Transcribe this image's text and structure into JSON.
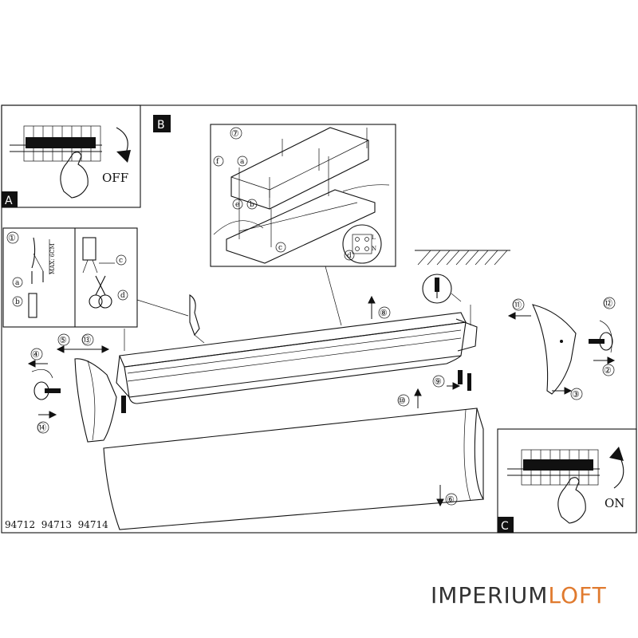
{
  "panels": {
    "a": {
      "letter": "A",
      "state": "OFF"
    },
    "b": {
      "letter": "B"
    },
    "c": {
      "letter": "C",
      "state": "ON"
    }
  },
  "wire_detail": {
    "step": "①",
    "strip_length": "MAX: 6CM",
    "letters": [
      "a",
      "b",
      "c",
      "d"
    ]
  },
  "box_detail": {
    "step": "⑦",
    "letters": [
      "f",
      "a",
      "e",
      "b",
      "c",
      "d"
    ],
    "terminal_marks": [
      "L",
      "N"
    ]
  },
  "steps": [
    "②",
    "③",
    "④",
    "⑤",
    "⑥",
    "⑧",
    "⑨",
    "⑩",
    "⑪",
    "⑫",
    "⑬",
    "⑭"
  ],
  "models": "94712  94713  94714",
  "brand": {
    "part1": "IMPERIUM",
    "part2": "LOFT",
    "accent": "#e07a2e"
  }
}
